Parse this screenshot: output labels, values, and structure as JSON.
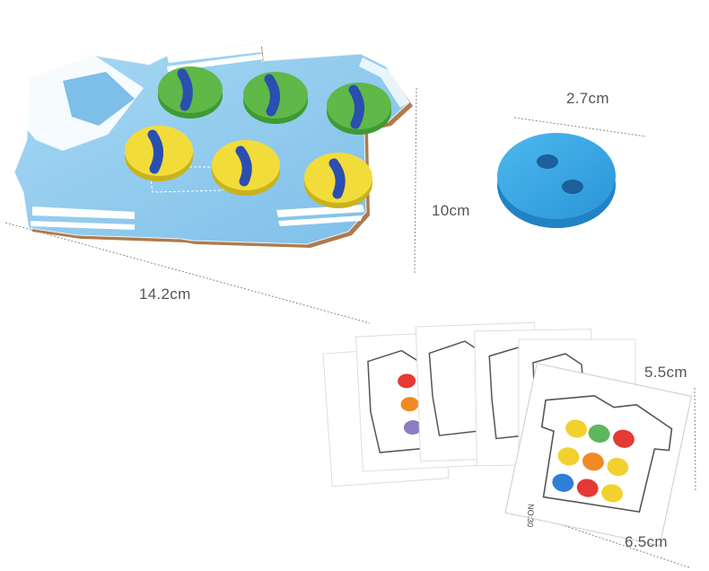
{
  "dimensions": {
    "board_width": "14.2cm",
    "board_height": "10cm",
    "button_diameter": "2.7cm",
    "card_height": "5.5cm",
    "card_width": "6.5cm"
  },
  "card": {
    "number_label": "NO:30"
  },
  "colors": {
    "board_blue": "#8cc8ec",
    "board_stripe": "#ffffff",
    "button_green": "#5fb848",
    "button_yellow": "#f2dc3a",
    "lace_blue": "#2a4fb0",
    "loose_button_blue": "#35a9e6",
    "card_red": "#e53935",
    "card_orange": "#f08a24",
    "card_yellow": "#f2d12e",
    "card_green": "#5cb85c",
    "card_blue": "#2f7fd6",
    "card_purple": "#8e7cc3"
  }
}
